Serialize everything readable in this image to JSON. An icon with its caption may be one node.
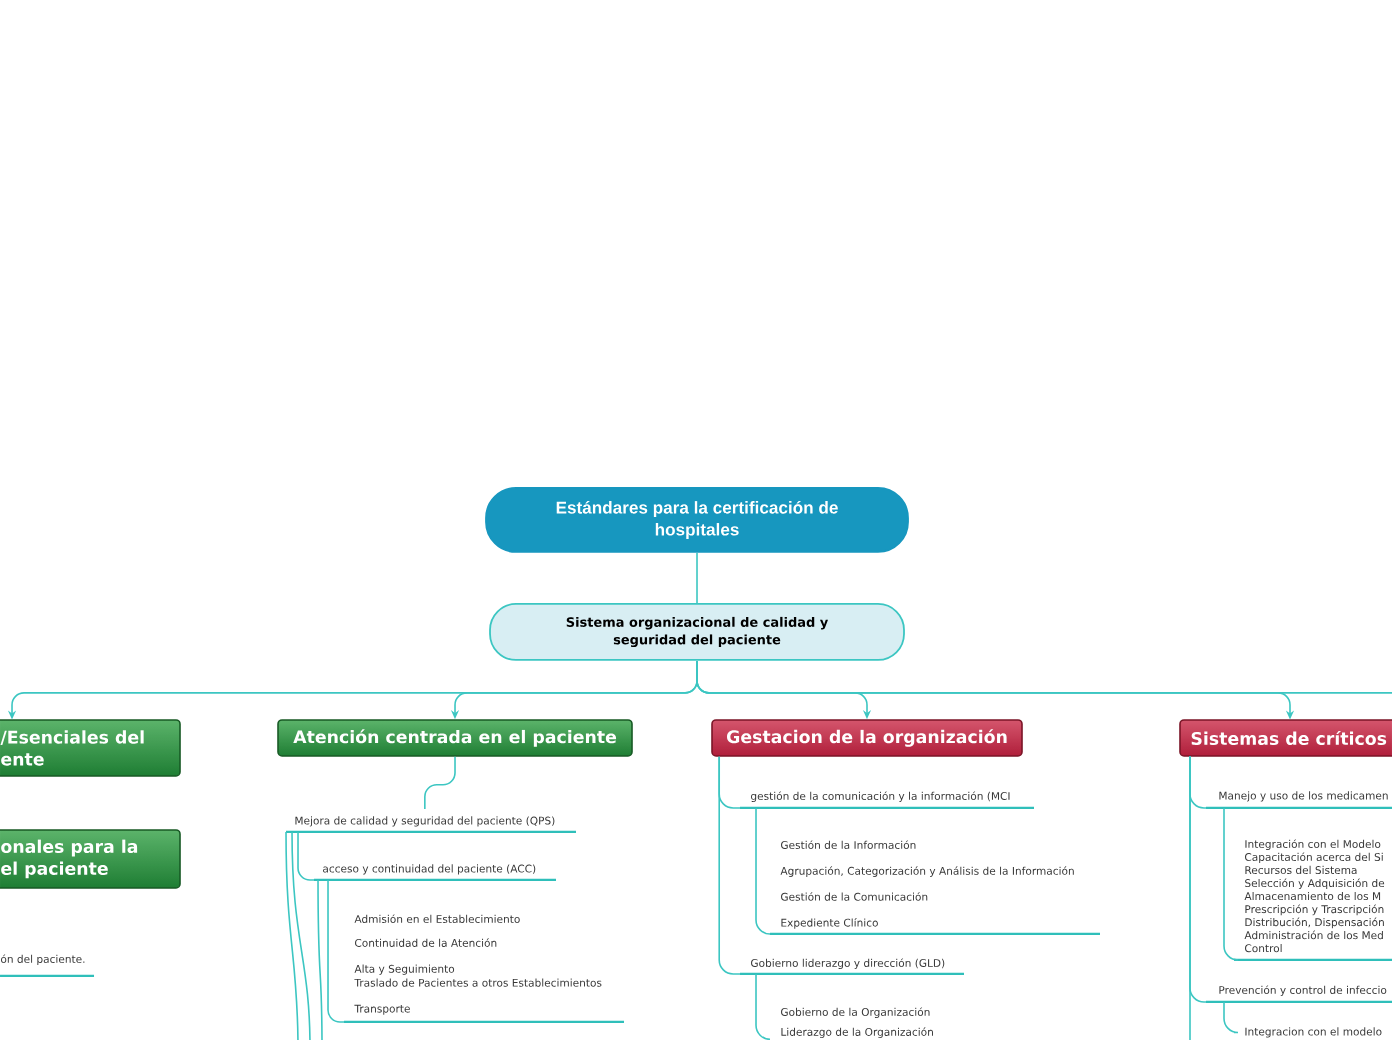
{
  "diagram": {
    "nodes": [
      {
        "text": [
          "Estándares para la certificación de hospitales"
        ]
      },
      {
        "text": [
          "Sistema organizacional de calidad y seguridad del paciente"
        ]
      },
      {
        "text": [
          "/Esenciales del ente"
        ]
      },
      {
        "text": [
          "Atención centrada en el paciente"
        ]
      },
      {
        "text": [
          "Gestacion de la organización"
        ]
      },
      {
        "text": [
          "Sistemas de críticos"
        ]
      },
      {
        "text": [
          "onales para la el paciente"
        ]
      },
      {
        "text": [
          "ón del paciente."
        ]
      },
      {
        "text": [
          "Mejora de calidad y seguridad del paciente (QPS)"
        ]
      },
      {
        "text": [
          "acceso y continuidad del paciente (ACC)"
        ]
      },
      {
        "text": [
          "Admisión en el Establecimiento",
          "Continuidad de la Atención",
          "Alta y Seguimiento",
          "Traslado de Pacientes a otros Establecimientos",
          "Transporte"
        ]
      },
      {
        "text": [
          "gestión de la comunicación y la información (MCI"
        ]
      },
      {
        "text": [
          "Gestión de la Información",
          "Agrupación, Categorización y Análisis de la Información",
          "Gestión de la Comunicación",
          "Expediente Clínico"
        ]
      },
      {
        "text": [
          "Gobierno liderazgo y dirección (GLD)"
        ]
      },
      {
        "text": [
          "Gobierno de la Organización",
          "Liderazgo de la Organización"
        ]
      },
      {
        "text": [
          "Manejo y uso de los medicamen"
        ]
      },
      {
        "text": [
          "Integración con el Modelo",
          "Capacitación acerca del Si",
          "Recursos del Sistema",
          "Selección y Adquisición de",
          "Almacenamiento de los M",
          "Prescripción y Trascripción",
          "Distribución, Dispensación",
          "Administración de los Med",
          "Control"
        ]
      },
      {
        "text": [
          "Prevención y control de infeccio"
        ]
      },
      {
        "text": [
          "Integracion con el modelo"
        ]
      }
    ],
    "edges": [
      {
        "from": 0,
        "to": 1,
        "arrow": "none"
      },
      {
        "from": 1,
        "to": 2,
        "arrow": "to"
      },
      {
        "from": 1,
        "to": 3,
        "arrow": "to"
      },
      {
        "from": 1,
        "to": 4,
        "arrow": "to"
      },
      {
        "from": 1,
        "to": 5,
        "arrow": "to"
      },
      {
        "from": 1,
        "to": null,
        "arrow": "none"
      },
      {
        "from": 3,
        "to": 8,
        "arrow": "none"
      },
      {
        "from": 8,
        "to": 9,
        "arrow": "none"
      },
      {
        "from": 9,
        "to": 10,
        "arrow": "none"
      },
      {
        "from": 8,
        "to": null,
        "arrow": "none"
      },
      {
        "from": 8,
        "to": null,
        "arrow": "none"
      },
      {
        "from": 9,
        "to": null,
        "arrow": "none"
      },
      {
        "from": 4,
        "to": 11,
        "arrow": "none"
      },
      {
        "from": 11,
        "to": 12,
        "arrow": "none"
      },
      {
        "from": 4,
        "to": 13,
        "arrow": "none"
      },
      {
        "from": 13,
        "to": 14,
        "arrow": "none"
      },
      {
        "from": 5,
        "to": 15,
        "arrow": "none"
      },
      {
        "from": 15,
        "to": 16,
        "arrow": "none"
      },
      {
        "from": 5,
        "to": 17,
        "arrow": "none"
      },
      {
        "from": 17,
        "to": 18,
        "arrow": "none"
      },
      {
        "from": 5,
        "to": null,
        "arrow": "none"
      }
    ]
  }
}
